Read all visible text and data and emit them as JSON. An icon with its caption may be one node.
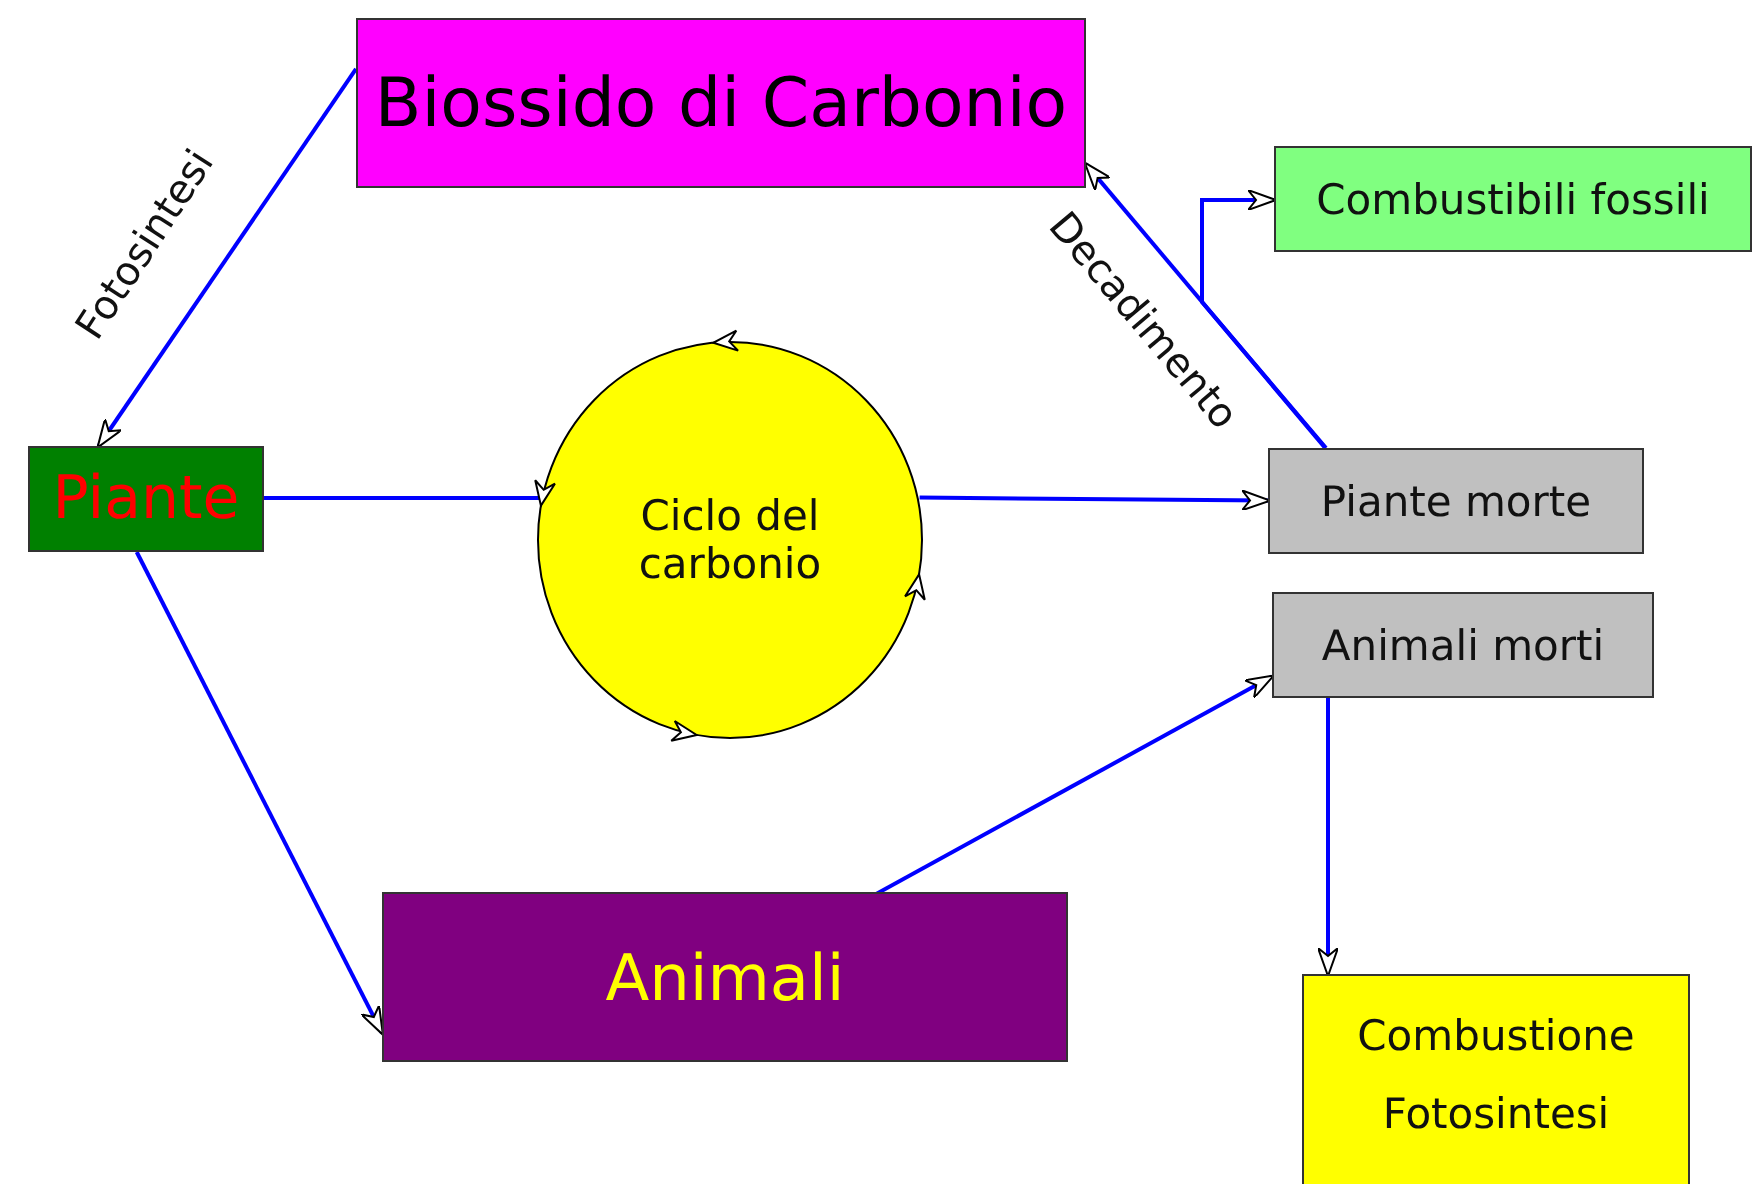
{
  "diagram": {
    "nodes": [
      {
        "text": [
          "Biossido di Carbonio"
        ]
      },
      {
        "text": [
          "Combustibili fossili"
        ]
      },
      {
        "text": [
          "Piante"
        ]
      },
      {
        "text": [
          "Ciclo del carbonio"
        ]
      },
      {
        "text": [
          "Piante morte"
        ]
      },
      {
        "text": [
          "Animali morti"
        ]
      },
      {
        "text": [
          "Animali"
        ]
      },
      {
        "text": [
          "Combustione",
          "Fotosintesi"
        ]
      }
    ],
    "edges": [
      {
        "from": 0,
        "to": 2,
        "arrow": "to",
        "label": "Fotosintesi"
      },
      {
        "from": 2,
        "to": 3,
        "arrow": "none"
      },
      {
        "from": 3,
        "to": 4,
        "arrow": "to"
      },
      {
        "from": 4,
        "to": 0,
        "arrow": "to",
        "label": "Decadimento"
      },
      {
        "from": 4,
        "to": 1,
        "arrow": "to"
      },
      {
        "from": 2,
        "to": 6,
        "arrow": "to"
      },
      {
        "from": 6,
        "to": 5,
        "arrow": "to"
      },
      {
        "from": 5,
        "to": 7,
        "arrow": "to"
      }
    ]
  }
}
